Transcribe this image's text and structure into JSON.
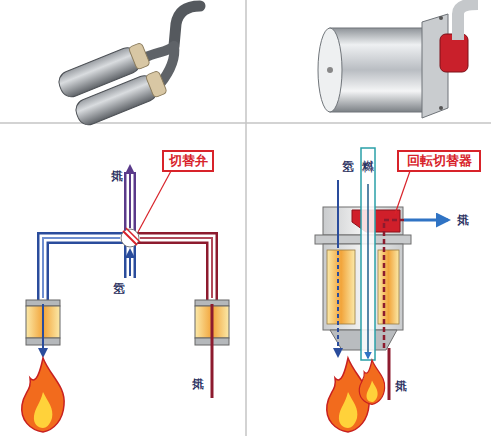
{
  "diagram": {
    "nodes": [
      {
        "text": [
          "切替弁"
        ]
      },
      {
        "text": [
          "回転切替器"
        ]
      }
    ],
    "labels": [
      "排気",
      "空気",
      "排気",
      "空気",
      "燃料",
      "排気",
      "排気"
    ]
  }
}
